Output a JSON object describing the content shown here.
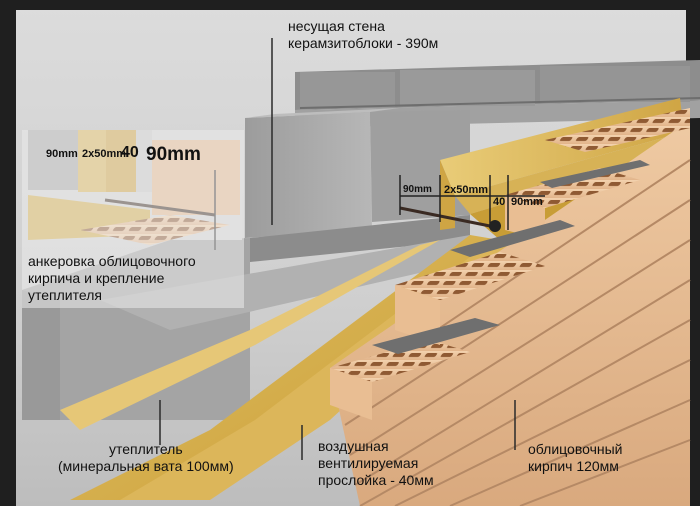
{
  "labels": {
    "wall": "несущая стена\nкерамзитоблоки - 390м",
    "anchor": "анкеровка облицовочного\nкирпича и крепление\nутеплителя",
    "insulation": "утеплитель\n(минеральная вата 100мм)",
    "air_gap": "воздушная\nвентилируемая\nпрослойка - 40мм",
    "facing_brick": "облицовочный\nкирпич 120мм"
  },
  "main_dims": [
    "90mm",
    "2x50mm",
    "40",
    "90mm"
  ],
  "inset_dims": [
    "90mm",
    "2x50mm",
    "40",
    "90mm"
  ],
  "colors": {
    "block": "#a9a9a9",
    "insulation": "#d8b24a",
    "brick": "#e7bf97",
    "mortar": "#6f6f6f",
    "leader": "#2a2a2a"
  }
}
